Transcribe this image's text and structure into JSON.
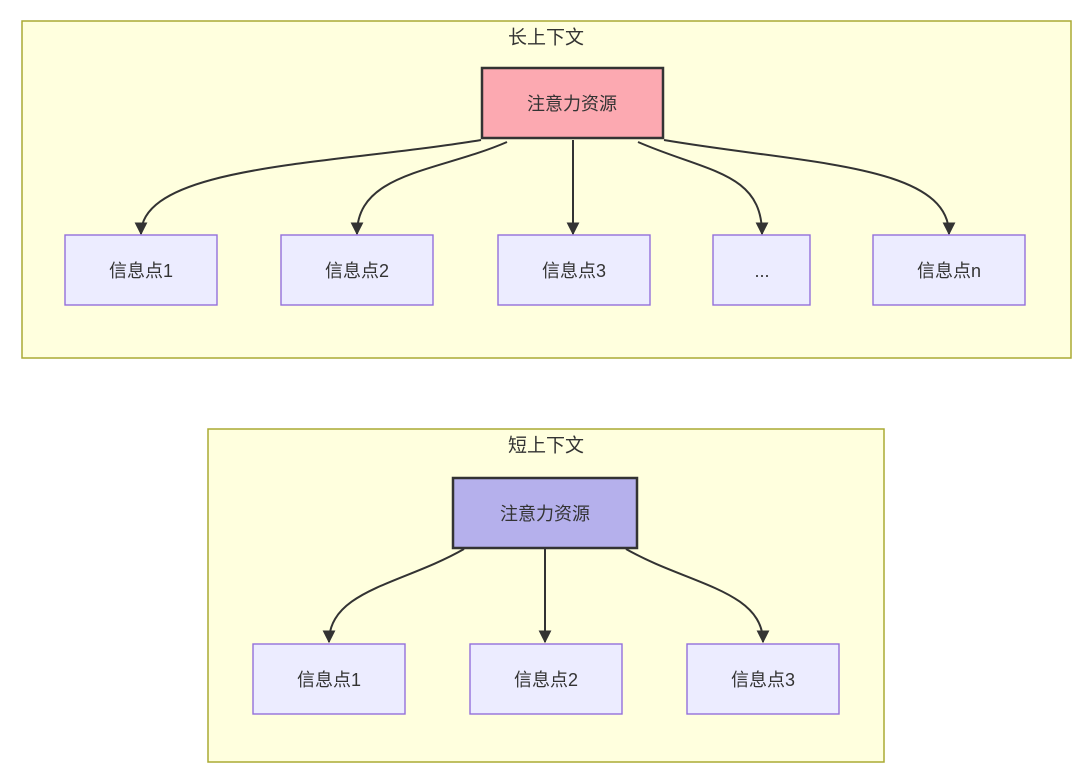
{
  "colors": {
    "canvas_bg": "#ffffff",
    "container_fill": "#ffffde",
    "container_stroke": "#aaaa33",
    "node_fill": "#ececff",
    "node_stroke": "#9370db",
    "attention_long_fill": "#fca9b1",
    "attention_short_fill": "#b5b0ec",
    "attention_stroke": "#333333",
    "edge_color": "#333333",
    "text_color": "#333333"
  },
  "diagram": {
    "long_context": {
      "title": "长上下文",
      "attention_node_label": "注意力资源",
      "info_nodes": [
        "信息点1",
        "信息点2",
        "信息点3",
        "...",
        "信息点n"
      ]
    },
    "short_context": {
      "title": "短上下文",
      "attention_node_label": "注意力资源",
      "info_nodes": [
        "信息点1",
        "信息点2",
        "信息点3"
      ]
    }
  }
}
